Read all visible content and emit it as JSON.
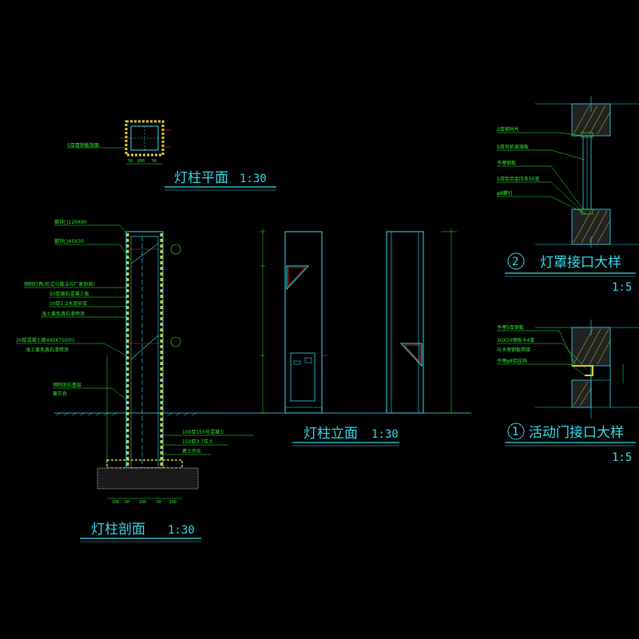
{
  "titles": {
    "plan": "灯柱平面",
    "plan_scale": "1:30",
    "section": "灯柱剖面",
    "section_scale": "1:30",
    "elevation": "灯柱立面",
    "elevation_scale": "1:30",
    "detail2_num": "2",
    "detail2": "灯罩接口大样",
    "detail2_scale": "1:5",
    "detail1_num": "1",
    "detail1": "活动门接口大样",
    "detail1_scale": "1:5"
  },
  "plan_notes": {
    "note1": "5厚青铜板饰面"
  },
  "section_notes": {
    "n1": "镀锌□120X60",
    "n2": "镀锌□60X30",
    "n3": "预制灯具(形式与做法与厂家协商)",
    "n4": "50厚细石混凝土板",
    "n5": "10厚1:2水泥砂浆",
    "n6": "浅土黄色真石漆喷涂",
    "n7": "20厚混凝土面400X750(h)",
    "n8": "浅土黄色真石漆喷涂",
    "n9": "预制涂石基层",
    "n10": "黄灰色",
    "b1": "100厚150号混凝土",
    "b2": "150厚3:7灰土",
    "b3": "素土夯实"
  },
  "detail2_notes": {
    "d1": "3厚钢衬片",
    "d2": "5厚有机玻璃板",
    "d3": "予埋钢板",
    "d4": "5厚铝合金压条50宽",
    "d5": "φ8螺钉"
  },
  "detail1_notes": {
    "e1": "予埋5厚钢板",
    "e2": "30X50钢板卡4厚",
    "e3": "与予埋钢板焊接",
    "e4": "予埋φ8铝挂钩"
  },
  "colors": {
    "outline": "#33ddee",
    "leader": "#33ee33",
    "hatch": "#ddcc33",
    "accent": "#ee3333",
    "background": "#000000"
  }
}
